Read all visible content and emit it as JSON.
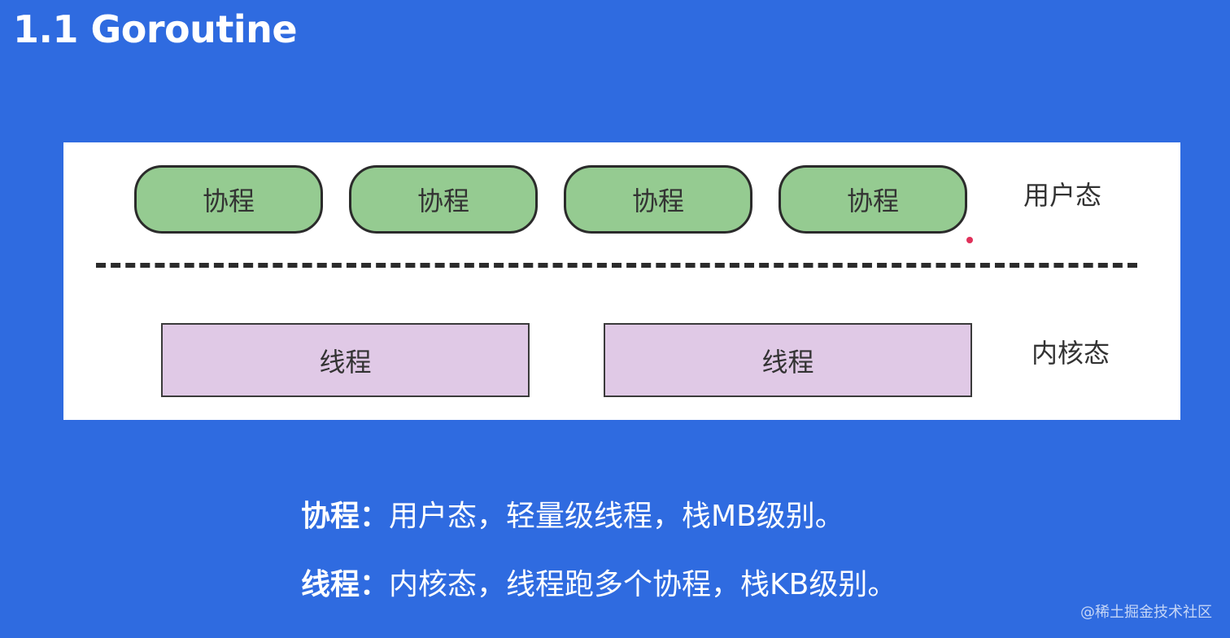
{
  "title": "1.1 Goroutine",
  "diagram": {
    "user_space": {
      "label": "用户态",
      "coroutines": [
        "协程",
        "协程",
        "协程",
        "协程"
      ]
    },
    "kernel_space": {
      "label": "内核态",
      "threads": [
        "线程",
        "线程"
      ]
    },
    "colors": {
      "coroutine_fill": "#95cb91",
      "thread_fill": "#e0c9e6",
      "background": "#2f6be0"
    }
  },
  "notes": [
    {
      "term": "协程：",
      "text": "用户态，轻量级线程，栈MB级别。"
    },
    {
      "term": "线程：",
      "text": "内核态，线程跑多个协程，栈KB级别。"
    }
  ],
  "watermark": "@稀土掘金技术社区"
}
